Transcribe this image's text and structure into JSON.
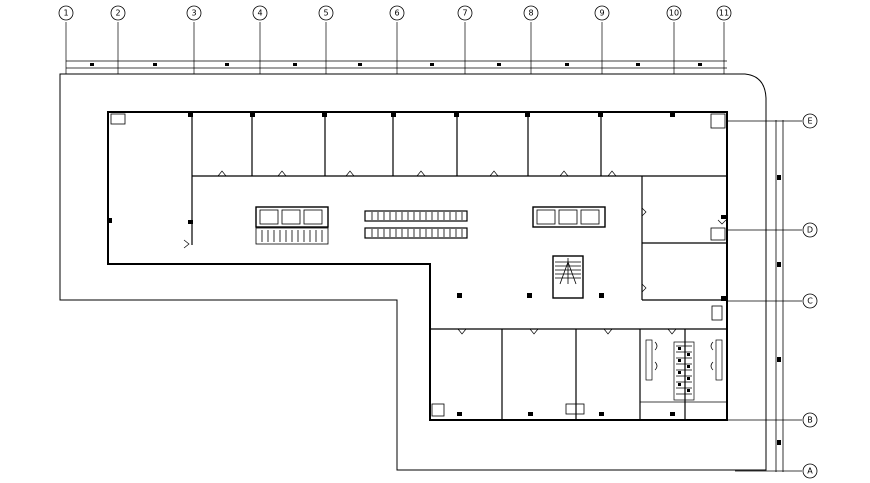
{
  "grid": {
    "column_labels": [
      "1",
      "2",
      "3",
      "4",
      "5",
      "6",
      "7",
      "8",
      "9",
      "10",
      "11"
    ],
    "row_labels": [
      "E",
      "D",
      "C",
      "B",
      "A"
    ]
  }
}
